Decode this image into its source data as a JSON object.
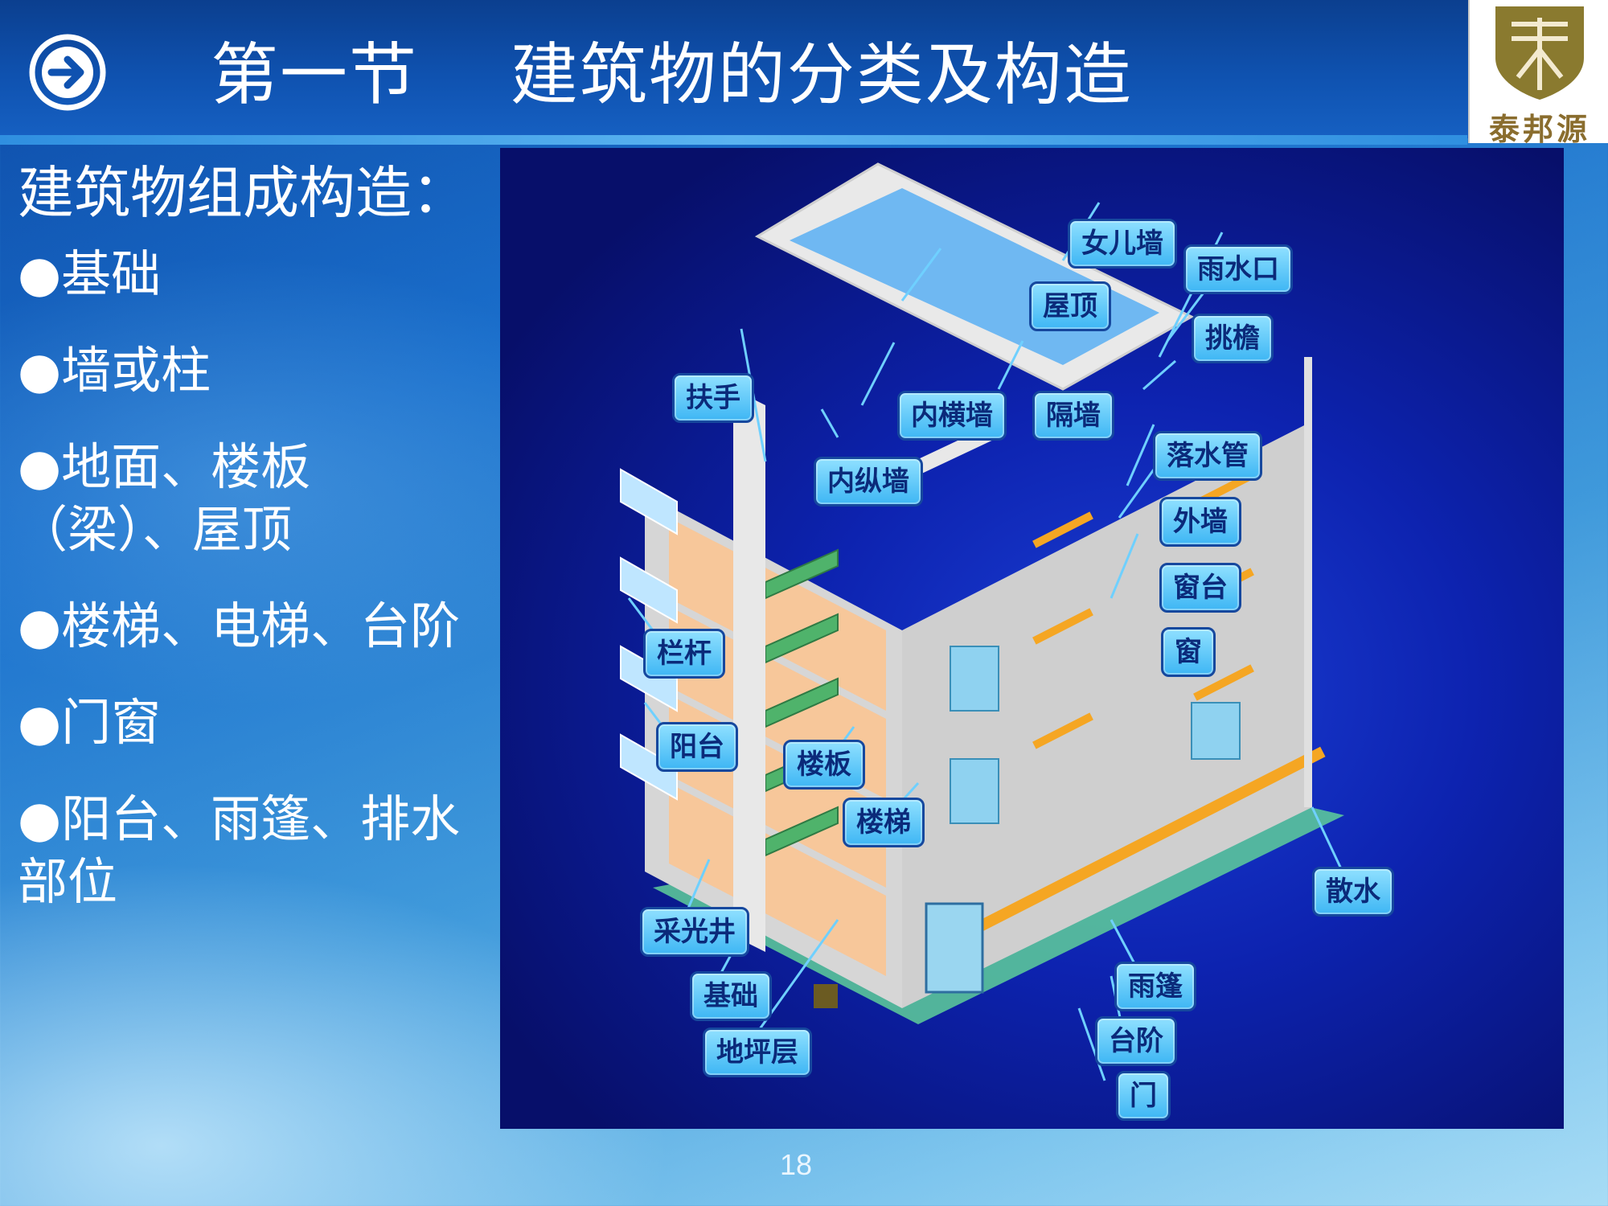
{
  "header": {
    "title": "第一节    建筑物的分类及构造",
    "logo_text": "泰邦源"
  },
  "left_panel": {
    "heading": "建筑物组成构造：",
    "bullets": [
      "●基础",
      "●墙或柱",
      "●地面、楼板（梁）、屋顶",
      "●楼梯、电梯、台阶",
      "●门窗",
      "●阳台、雨篷、排水部位"
    ]
  },
  "diagram": {
    "labels": {
      "nver_qiang": "女儿墙",
      "yu_shui_kou": "雨水口",
      "wu_ding": "屋顶",
      "tiao_yan": "挑檐",
      "fu_shou": "扶手",
      "nei_heng_qiang": "内横墙",
      "ge_qiang": "隔墙",
      "luo_shui_guan": "落水管",
      "nei_zong_qiang": "内纵墙",
      "wai_qiang": "外墙",
      "chuang_tai": "窗台",
      "lan_gan": "栏杆",
      "chuang": "窗",
      "yang_tai": "阳台",
      "lou_ban": "楼板",
      "lou_ti": "楼梯",
      "san_shui": "散水",
      "cai_guang_jing": "采光井",
      "ji_chu": "基础",
      "yu_peng": "雨篷",
      "tai_jie": "台阶",
      "di_ping_ceng": "地坪层",
      "men": "门"
    }
  },
  "footer": {
    "page_number": "18"
  },
  "colors": {
    "header_blue": "#0f52b0",
    "diagram_bg": "#0d23b0",
    "callout_fill": "#5cc8f8",
    "callout_border": "#16489e",
    "floor_orange": "#f7c79a",
    "wall_gray": "#d9d9d9",
    "stair_green": "#4fb36b",
    "logo_gold": "#8a6d2e"
  },
  "icons": {
    "nav": "arrow-right-circle-icon",
    "logo": "shield-logo-icon"
  }
}
